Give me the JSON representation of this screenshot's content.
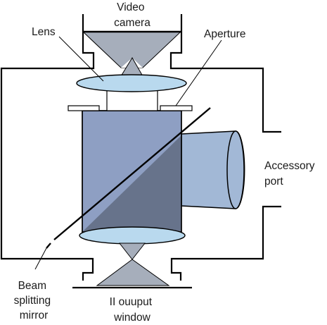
{
  "labels": {
    "video_camera": [
      "Video",
      "camera"
    ],
    "lens": "Lens",
    "aperture": "Aperture",
    "accessory_port": [
      "Accessory",
      "port"
    ],
    "beam_splitting_mirror": [
      "Beam",
      "splitting",
      "mirror"
    ],
    "ii_output_window": [
      "II ouuput",
      "window"
    ]
  },
  "colors": {
    "outline": "#000000",
    "cone_fill": "#a6aebb",
    "lens_fill": "#b9d9ee",
    "cylinder_fill": "#8e9fc3",
    "cylinder_shadow": "#5a6478",
    "port_fill": "#a2b8d6",
    "aperture_fill": "#ffffff"
  }
}
